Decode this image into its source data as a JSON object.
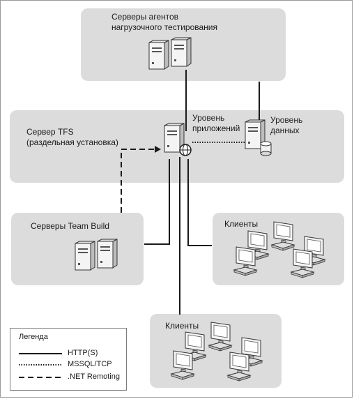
{
  "groups": {
    "load_agents": "Серверы агентов\nнагрузочного тестирования",
    "tfs_server": "Сервер TFS\n(раздельная установка)",
    "app_tier": "Уровень\nприложений",
    "data_tier": "Уровень\nданных",
    "team_build": "Серверы Team Build",
    "clients_right": "Клиенты",
    "clients_bottom": "Клиенты"
  },
  "legend": {
    "title": "Легенда",
    "http": "HTTP(S)",
    "mssql": "MSSQL/TCP",
    "remoting": ".NET Remoting"
  },
  "colors": {
    "panel": "#dcdcdc",
    "line": "#1a1a1a",
    "server_light": "#f4f4f4",
    "server_dark": "#bdbdbd"
  }
}
